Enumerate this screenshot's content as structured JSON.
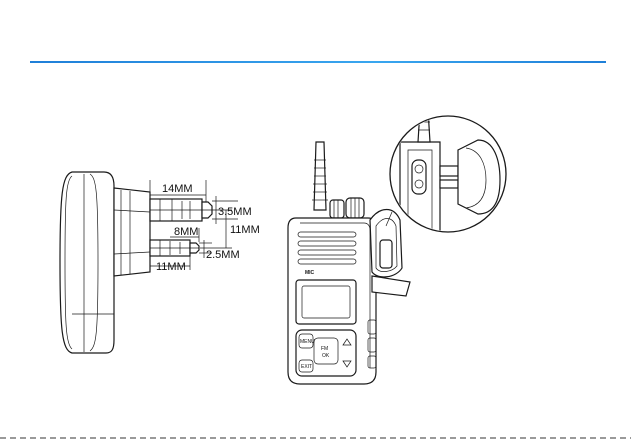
{
  "colors": {
    "rule": "#2b8ee6",
    "ink": "#1a1a1a"
  },
  "dimensions": {
    "d14": "14MM",
    "d35": "3.5MM",
    "d8": "8MM",
    "d11v": "11MM",
    "d25": "2.5MM",
    "d11h": "11MM"
  },
  "radio": {
    "mic_label": "MIC",
    "menu_key": "MENU",
    "ok_key": "OK",
    "fm_key": "FM",
    "exit_key": "EXIT"
  }
}
